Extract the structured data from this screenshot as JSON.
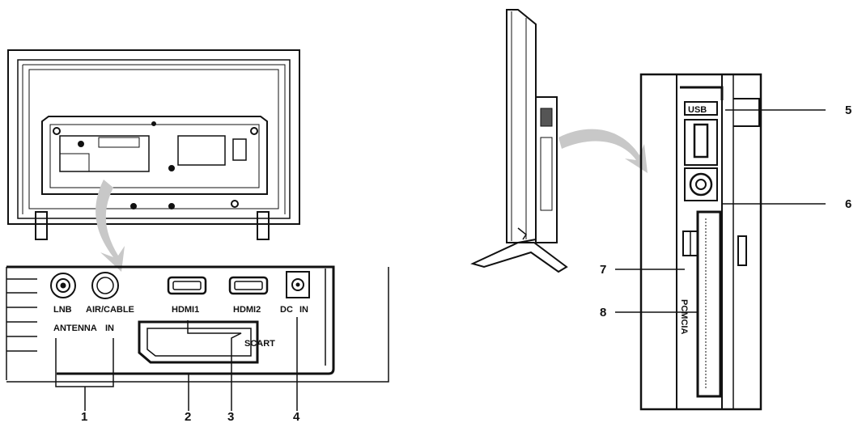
{
  "callouts": {
    "c1": "1",
    "c2": "2",
    "c3": "3",
    "c4": "4",
    "c5": "5",
    "c6": "6",
    "c7": "7",
    "c8": "8"
  },
  "ports": {
    "lnb": "LNB",
    "air_cable": "AIR/CABLE",
    "antenna": "ANTENNA",
    "in": "IN",
    "hdmi1": "HDMI1",
    "hdmi2": "HDMI2",
    "dc": "DC",
    "dc_in": "IN",
    "scart": "SCART",
    "usb": "USB",
    "pcmcia": "PCMCIA"
  },
  "colors": {
    "line": "#111111",
    "arrow": "#c8c8c8"
  }
}
